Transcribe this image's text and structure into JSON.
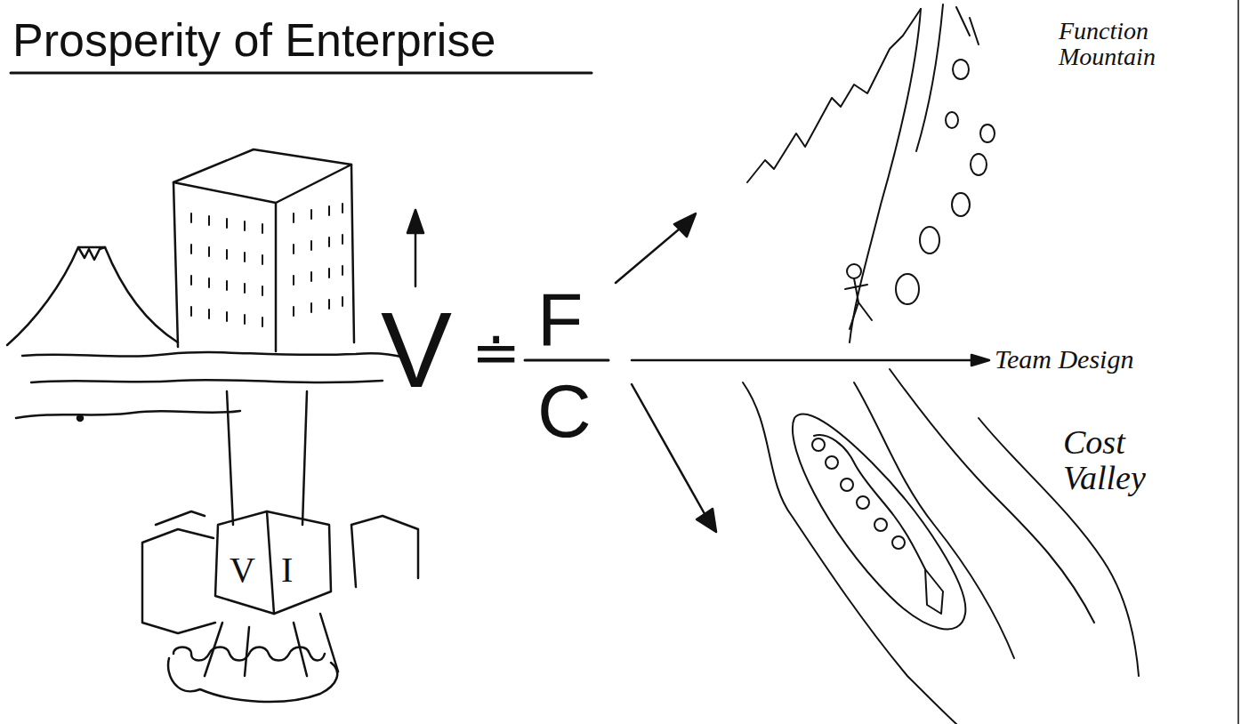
{
  "diagram": {
    "title": "Prosperity of Enterprise",
    "labels": [
      "V",
      "≐",
      "F",
      "C",
      "Function Mountain",
      "Team Design",
      "Cost Valley",
      "V",
      "I"
    ]
  }
}
